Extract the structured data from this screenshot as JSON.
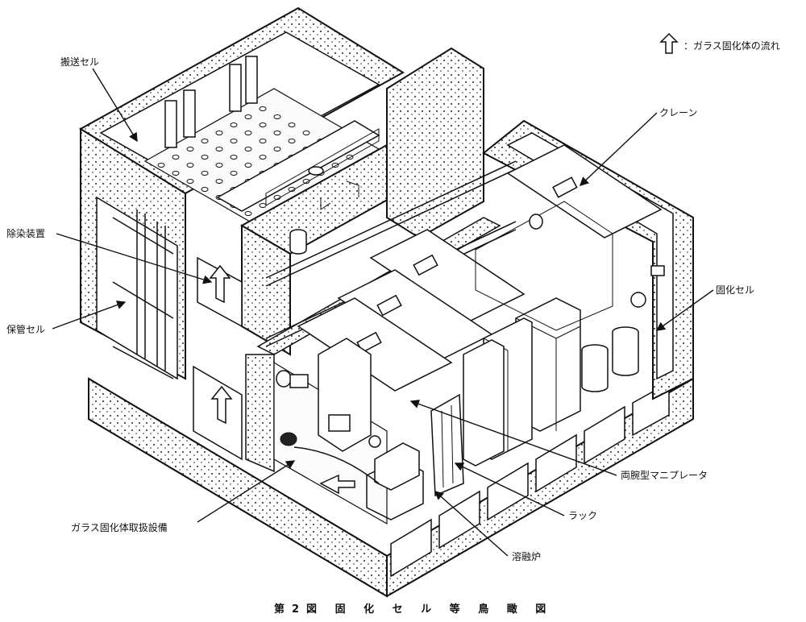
{
  "legend": {
    "text": "：ガラス固化体の流れ",
    "icon": "flow-arrow-icon"
  },
  "labels": {
    "transport_cell": "搬送セル",
    "decontamination": "除染装置",
    "storage_cell": "保管セル",
    "crane": "クレーン",
    "vitrification_cell": "固化セル",
    "manipulator": "両腕型マニプレータ",
    "rack": "ラック",
    "melter": "溶融炉",
    "handling_equipment": "ガラス固化体取扱設備"
  },
  "caption": "第2図 固 化 セ ル 等 鳥 瞰 図"
}
